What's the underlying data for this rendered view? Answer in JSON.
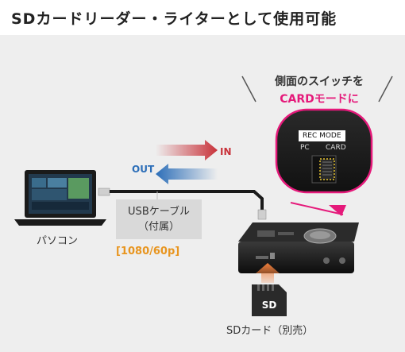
{
  "header": {
    "title": "SDカードリーダー・ライターとして使用可能"
  },
  "callout": {
    "line1": "側面のスイッチを",
    "line2": "CARDモードに"
  },
  "device_panel": {
    "rec_mode": "REC MODE",
    "pc": "PC",
    "card": "CARD"
  },
  "arrows": {
    "in_label": "IN",
    "out_label": "OUT"
  },
  "pc": {
    "label": "パソコン"
  },
  "usb": {
    "line1": "USBケーブル",
    "line2": "（付属）",
    "spec": "[1080/60p]"
  },
  "sd": {
    "card_text": "SD",
    "label": "SDカード（別売）"
  },
  "colors": {
    "accent_pink": "#e5197a",
    "in_red": "#c8323a",
    "out_blue": "#2c6eb8",
    "spec_orange": "#e8951f",
    "panel_bg": "#eeeeee"
  }
}
